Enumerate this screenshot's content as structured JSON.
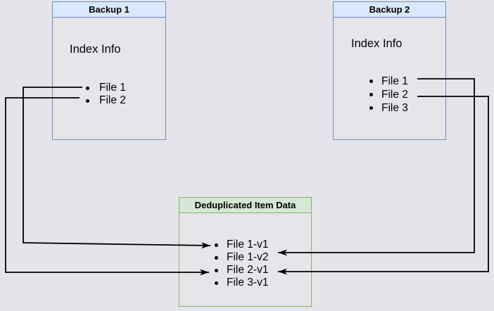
{
  "diagram": {
    "background_color": "#e5e4eb",
    "line_color": "#000000",
    "boxes": {
      "backup1": {
        "title": "Backup 1",
        "index_label": "Index Info",
        "header_bg": "#dae8fc",
        "border_color": "#6c8ebf",
        "files": [
          "File 1",
          "File 2"
        ]
      },
      "backup2": {
        "title": "Backup 2",
        "index_label": "Index Info",
        "header_bg": "#dae8fc",
        "border_color": "#6c8ebf",
        "files": [
          "File 1",
          "File 2",
          "File 3"
        ]
      },
      "dedup": {
        "title": "Deduplicated Item Data",
        "header_bg": "#d5e8d4",
        "border_color": "#82b366",
        "files": [
          "File 1-v1",
          "File 1-v2",
          "File 2-v1",
          "File 3-v1"
        ]
      }
    },
    "edges": [
      {
        "from": "Backup 1 / File 1",
        "to": "Deduplicated Item Data / File 1-v1"
      },
      {
        "from": "Backup 1 / File 2",
        "to": "Deduplicated Item Data / File 2-v1"
      },
      {
        "from": "Backup 2 / File 1",
        "to": "Deduplicated Item Data / File 1-v2"
      },
      {
        "from": "Backup 2 / File 2",
        "to": "Deduplicated Item Data / File 2-v1"
      }
    ]
  }
}
